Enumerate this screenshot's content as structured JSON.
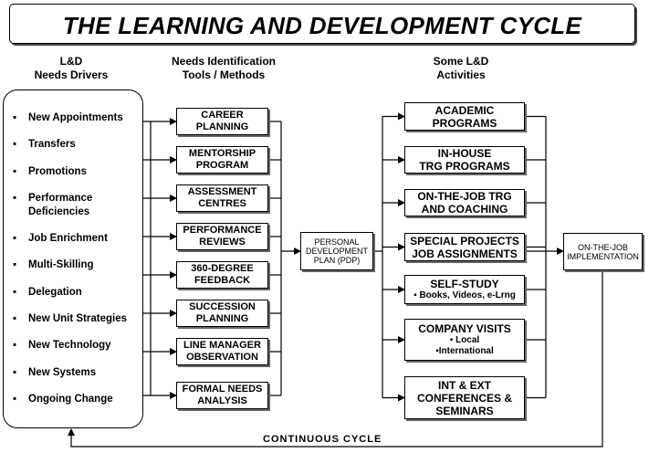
{
  "title": "THE LEARNING AND DEVELOPMENT CYCLE",
  "columns": {
    "drivers_heading": [
      "L&D",
      "Needs Drivers"
    ],
    "tools_heading": [
      "Needs Identification",
      "Tools / Methods"
    ],
    "activities_heading": [
      "Some L&D",
      "Activities"
    ]
  },
  "drivers": [
    [
      "New Appointments"
    ],
    [
      "Transfers"
    ],
    [
      "Promotions"
    ],
    [
      "Performance",
      "Deficiencies"
    ],
    [
      "Job Enrichment"
    ],
    [
      "Multi-Skilling"
    ],
    [
      "Delegation"
    ],
    [
      "New Unit Strategies"
    ],
    [
      "New Technology"
    ],
    [
      "New Systems"
    ],
    [
      "Ongoing Change"
    ]
  ],
  "bullet": "▪",
  "tools": [
    [
      "CAREER",
      "PLANNING"
    ],
    [
      "MENTORSHIP",
      "PROGRAM"
    ],
    [
      "ASSESSMENT",
      "CENTRES"
    ],
    [
      "PERFORMANCE",
      "REVIEWS"
    ],
    [
      "360-DEGREE",
      "FEEDBACK"
    ],
    [
      "SUCCESSION",
      "PLANNING"
    ],
    [
      "LINE MANAGER",
      "OBSERVATION"
    ],
    [
      "FORMAL NEEDS",
      "ANALYSIS"
    ]
  ],
  "pdp": [
    "PERSONAL",
    "DEVELOPMENT",
    "PLAN (PDP)"
  ],
  "activities": [
    {
      "lines": [
        "ACADEMIC",
        "PROGRAMS"
      ],
      "sub": []
    },
    {
      "lines": [
        "IN-HOUSE",
        "TRG PROGRAMS"
      ],
      "sub": []
    },
    {
      "lines": [
        "ON-THE-JOB  TRG",
        "AND COACHING"
      ],
      "sub": []
    },
    {
      "lines": [
        "SPECIAL PROJECTS",
        "JOB ASSIGNMENTS"
      ],
      "sub": []
    },
    {
      "lines": [
        "SELF-STUDY"
      ],
      "sub": [
        "▪ Books, Videos, e-Lrng"
      ]
    },
    {
      "lines": [
        "COMPANY  VISITS"
      ],
      "sub": [
        "▪ Local",
        "▪International"
      ]
    },
    {
      "lines": [
        "INT & EXT",
        "CONFERENCES &",
        "SEMINARS"
      ],
      "sub": []
    }
  ],
  "implementation": [
    "ON-THE-JOB",
    "IMPLEMENTATION"
  ],
  "cycle_label": "CONTINUOUS  CYCLE"
}
